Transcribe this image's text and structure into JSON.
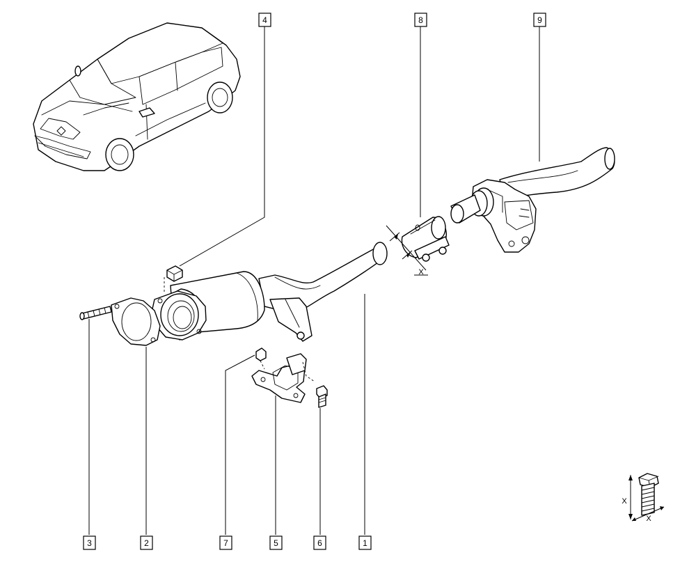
{
  "callouts": [
    {
      "id": "1",
      "label": "1"
    },
    {
      "id": "2",
      "label": "2"
    },
    {
      "id": "3",
      "label": "3"
    },
    {
      "id": "4",
      "label": "4"
    },
    {
      "id": "5",
      "label": "5"
    },
    {
      "id": "6",
      "label": "6"
    },
    {
      "id": "7",
      "label": "7"
    },
    {
      "id": "8",
      "label": "8"
    },
    {
      "id": "9",
      "label": "9"
    }
  ],
  "dimensions": {
    "clamp_x": "X",
    "bolt_x_vertical": "X",
    "bolt_x_horizontal": "X"
  }
}
